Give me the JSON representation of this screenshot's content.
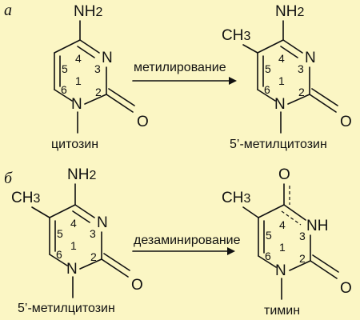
{
  "panels": {
    "a": "а",
    "b": "б"
  },
  "atoms": {
    "nh2_n": "NH",
    "nh2_sub": "2",
    "ch3_c": "CH",
    "ch3_sub": "3",
    "n": "N",
    "o": "O",
    "nh": "NH"
  },
  "ring_numbers": [
    "1",
    "2",
    "3",
    "4",
    "5",
    "6"
  ],
  "reactions": {
    "methylation": "метилирование",
    "deamination": "дезаминирование"
  },
  "compounds": {
    "cytosine": "цитозин",
    "methylcytosine_top": "5’-метилцитозин",
    "methylcytosine_bottom": "5’-метилцитозин",
    "thymine": "тимин"
  },
  "colors": {
    "background": "#fbf6c4",
    "ink": "#111111"
  }
}
